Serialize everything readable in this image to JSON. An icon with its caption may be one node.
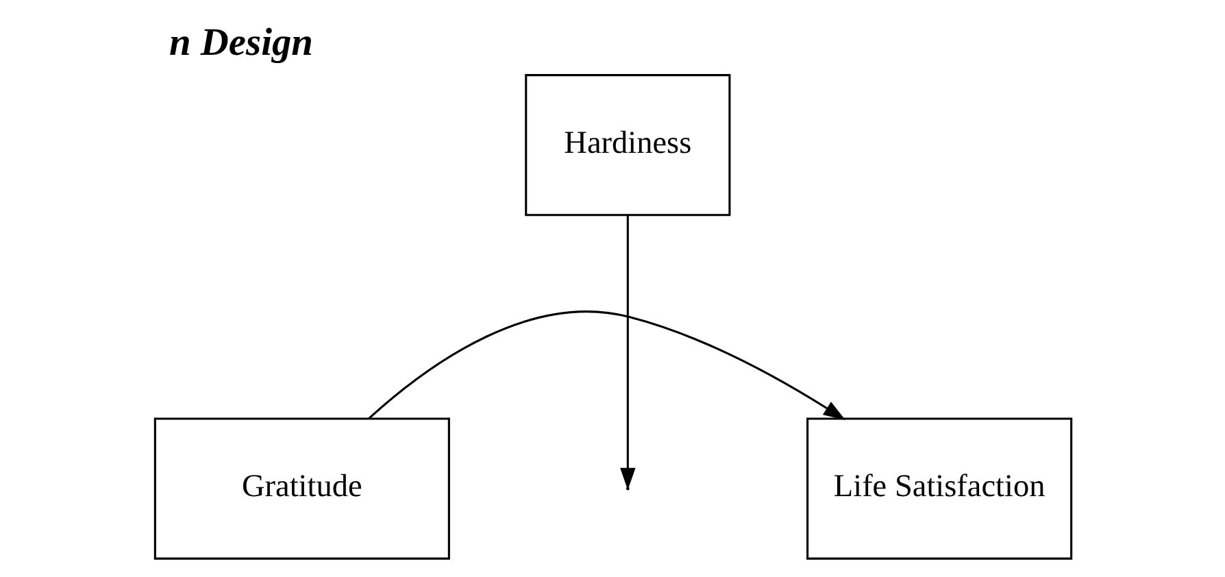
{
  "diagram": {
    "title": "n Design",
    "nodes": [
      {
        "text": [
          "Hardiness"
        ]
      },
      {
        "text": [
          "Gratitude"
        ]
      },
      {
        "text": [
          "Life Satisfaction"
        ]
      }
    ],
    "edges": [
      {
        "from": 1,
        "to": 2,
        "arrow": "to"
      },
      {
        "from": 0,
        "to": null,
        "arrow": "to"
      }
    ]
  }
}
